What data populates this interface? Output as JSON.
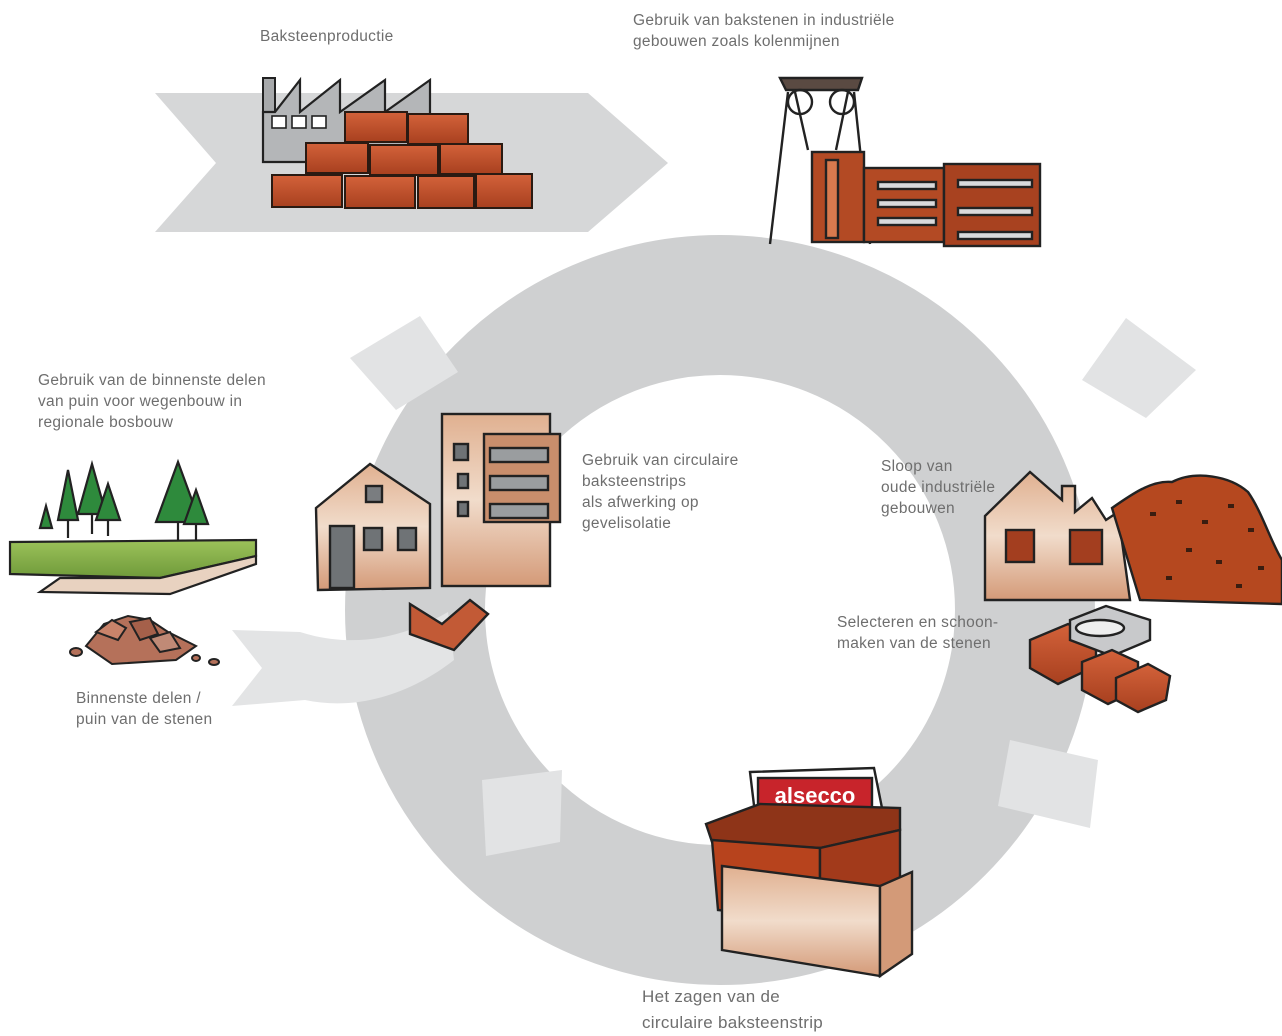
{
  "labels": {
    "production": [
      "Baksteenproductie"
    ],
    "industrial_use": [
      "Gebruik van bakstenen in industriële",
      "gebouwen zoals kolenmijnen"
    ],
    "demolition": [
      "Sloop van",
      "oude industriële",
      "gebouwen"
    ],
    "selecting": [
      "Selecteren en schoon-",
      "maken van de stenen"
    ],
    "sawing": [
      "Het zagen van de",
      "circulaire baksteenstrip"
    ],
    "facade_use": [
      "Gebruik van circulaire",
      "baksteenstrips",
      "als afwerking op",
      "gevelisolatie"
    ],
    "road_use": [
      "Gebruik van de binnenste delen",
      "van puin voor wegenbouw in",
      "regionale bosbouw"
    ],
    "rubble": [
      "Binnenste delen /",
      "puin van de stenen"
    ]
  },
  "logo": {
    "text": "alsecco"
  },
  "colors": {
    "ring": "#cfd0d1",
    "ring_light": "#e3e4e5",
    "brick": "#c4512a",
    "brick_dark": "#8e3418",
    "text": "#6e6e6e",
    "logo_red": "#c8242b"
  }
}
